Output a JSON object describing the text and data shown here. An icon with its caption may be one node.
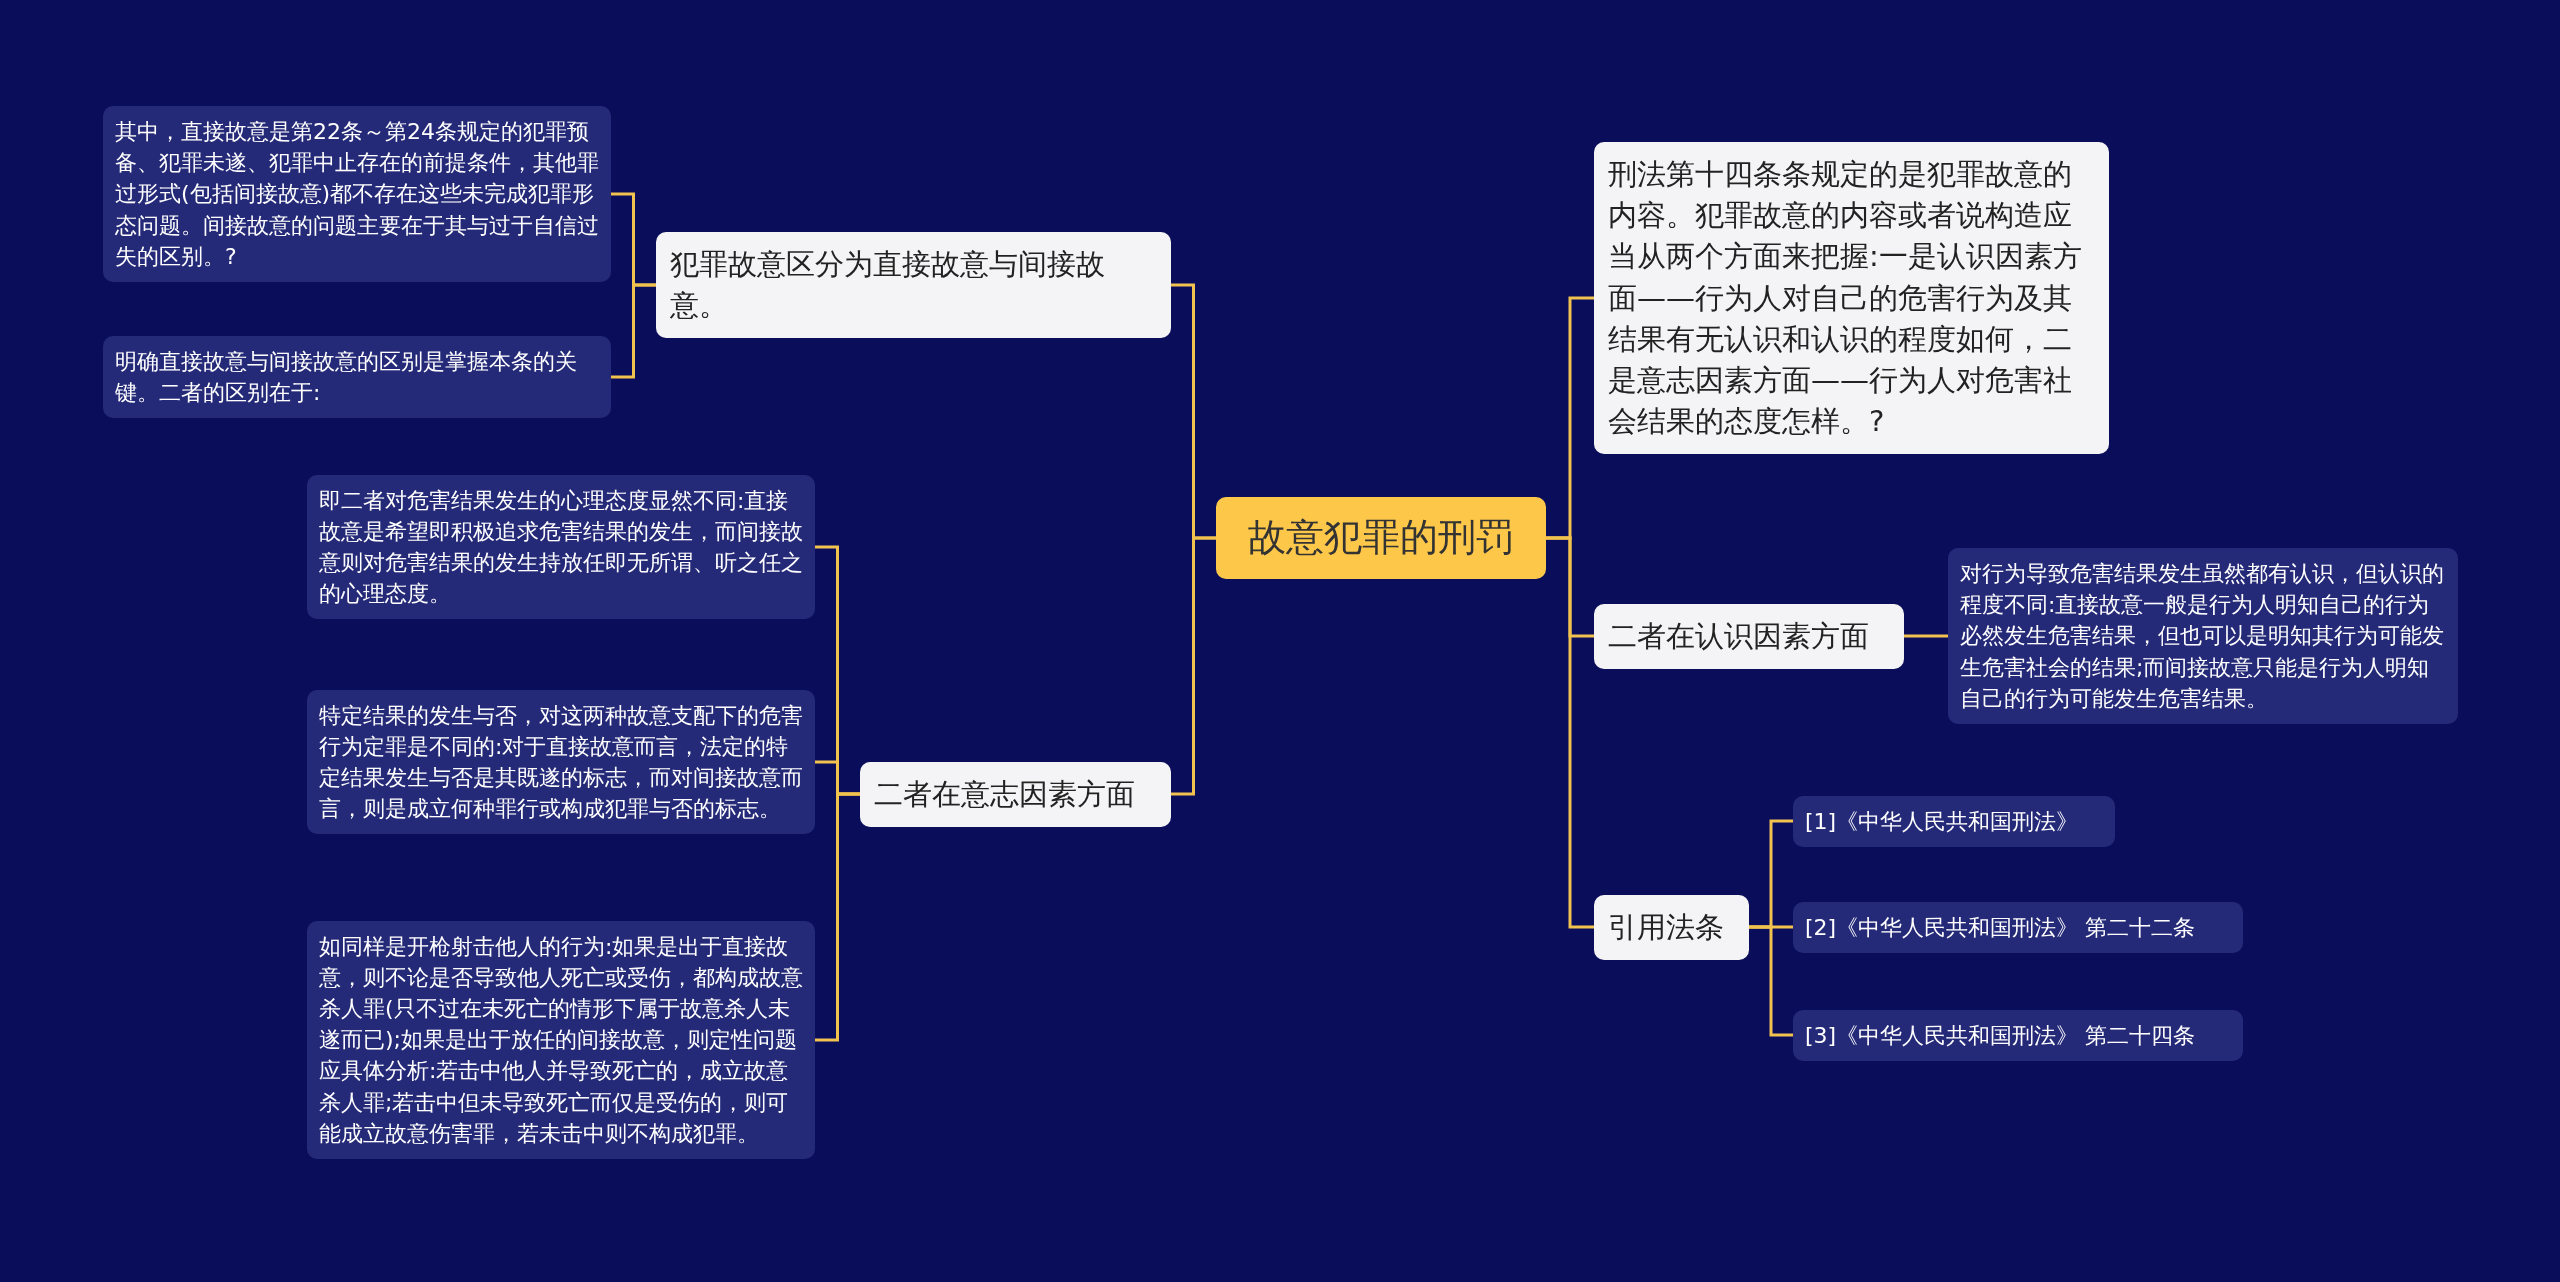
{
  "diagram": {
    "nodes": [
      {
        "text": [
          "故意犯罪的刑罚"
        ]
      },
      {
        "text": [
          "犯罪故意区分为直接故意与间接故意。"
        ]
      },
      {
        "text": [
          "其中，直接故意是第22条～第24条规定的犯罪预备、犯罪未遂、犯罪中止存在的前提条件，其他罪过形式(包括间接故意)都不存在这些未完成犯罪形态问题。间接故意的问题主要在于其与过于自信过失的区别。?"
        ]
      },
      {
        "text": [
          "明确直接故意与间接故意的区别是掌握本条的关键。二者的区别在于:"
        ]
      },
      {
        "text": [
          "二者在意志因素方面"
        ]
      },
      {
        "text": [
          "即二者对危害结果发生的心理态度显然不同:直接故意是希望即积极追求危害结果的发生，而间接故意则对危害结果的发生持放任即无所谓、听之任之的心理态度。"
        ]
      },
      {
        "text": [
          "特定结果的发生与否，对这两种故意支配下的危害行为定罪是不同的:对于直接故意而言，法定的特定结果发生与否是其既遂的标志，而对间接故意而言，则是成立何种罪行或构成犯罪与否的标志。"
        ]
      },
      {
        "text": [
          "如同样是开枪射击他人的行为:如果是出于直接故意，则不论是否导致他人死亡或受伤，都构成故意杀人罪(只不过在未死亡的情形下属于故意杀人未遂而已);如果是出于放任的间接故意，则定性问题应具体分析:若击中他人并导致死亡的，成立故意杀人罪;若击中但未导致死亡而仅是受伤的，则可能成立故意伤害罪，若未击中则不构成犯罪。"
        ]
      },
      {
        "text": [
          "刑法第十四条条规定的是犯罪故意的内容。犯罪故意的内容或者说构造应当从两个方面来把握:一是认识因素方面——行为人对自己的危害行为及其结果有无认识和认识的程度如何，二是意志因素方面——行为人对危害社会结果的态度怎样。?"
        ]
      },
      {
        "text": [
          "二者在认识因素方面"
        ]
      },
      {
        "text": [
          "对行为导致危害结果发生虽然都有认识，但认识的程度不同:直接故意一般是行为人明知自己的行为必然发生危害结果，但也可以是明知其行为可能发生危害社会的结果;而间接故意只能是行为人明知自己的行为可能发生危害结果。"
        ]
      },
      {
        "text": [
          "引用法条"
        ]
      },
      {
        "text": [
          "[1]《中华人民共和国刑法》"
        ]
      },
      {
        "text": [
          "[2]《中华人民共和国刑法》 第二十二条"
        ]
      },
      {
        "text": [
          "[3]《中华人民共和国刑法》 第二十四条"
        ]
      }
    ],
    "edges": [
      {
        "from": 0,
        "to": 1,
        "arrow": "none"
      },
      {
        "from": 1,
        "to": 2,
        "arrow": "none"
      },
      {
        "from": 1,
        "to": 3,
        "arrow": "none"
      },
      {
        "from": 0,
        "to": 4,
        "arrow": "none"
      },
      {
        "from": 4,
        "to": 5,
        "arrow": "none"
      },
      {
        "from": 4,
        "to": 6,
        "arrow": "none"
      },
      {
        "from": 4,
        "to": 7,
        "arrow": "none"
      },
      {
        "from": 0,
        "to": 8,
        "arrow": "none"
      },
      {
        "from": 0,
        "to": 9,
        "arrow": "none"
      },
      {
        "from": 9,
        "to": 10,
        "arrow": "none"
      },
      {
        "from": 0,
        "to": 11,
        "arrow": "none"
      },
      {
        "from": 11,
        "to": 12,
        "arrow": "none"
      },
      {
        "from": 11,
        "to": 13,
        "arrow": "none"
      },
      {
        "from": 11,
        "to": 14,
        "arrow": "none"
      }
    ]
  }
}
